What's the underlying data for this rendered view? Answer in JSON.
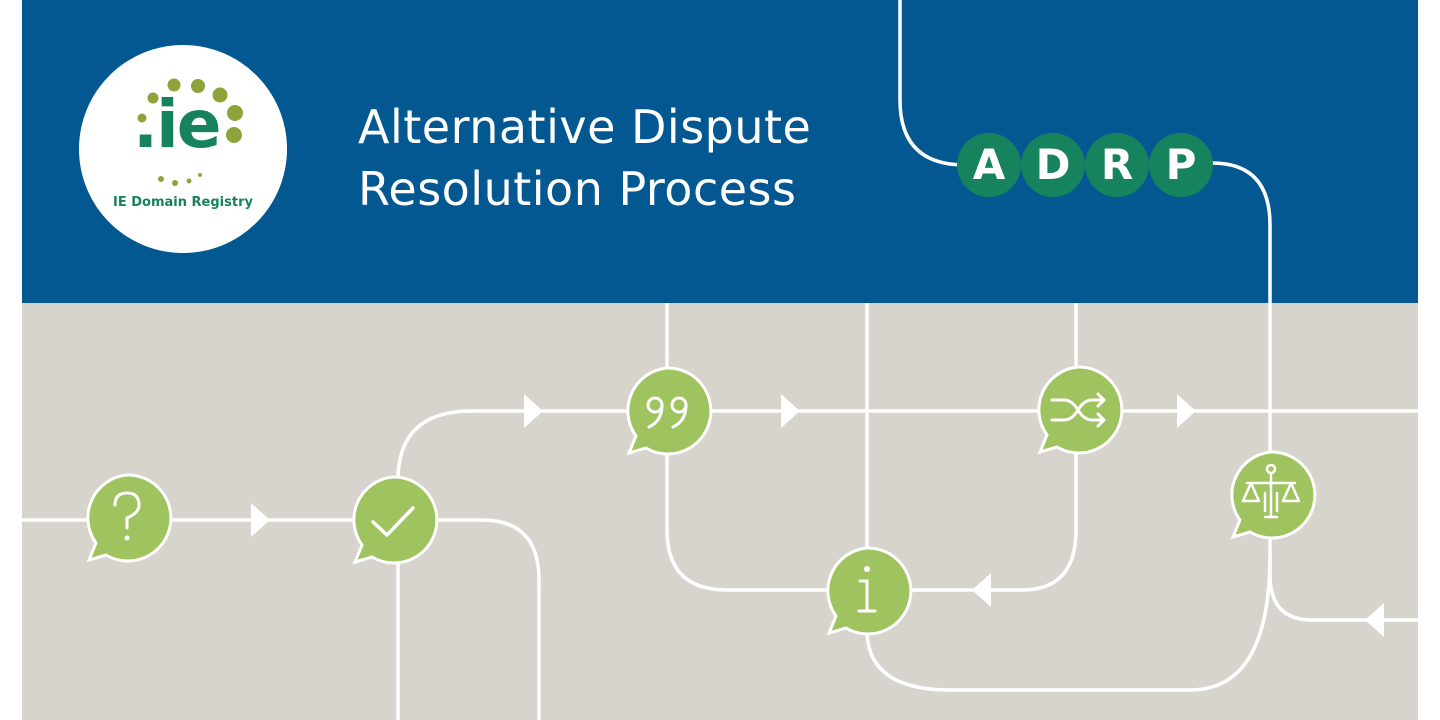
{
  "logo": {
    "mark": ".ie",
    "caption": "IE Domain Registry",
    "icon": "ie-dot-ring-logo"
  },
  "title": {
    "line1": "Alternative Dispute",
    "line2": "Resolution Process"
  },
  "acronym": [
    "A",
    "D",
    "R",
    "P"
  ],
  "icons": [
    "question-bubble-icon",
    "checkmark-bubble-icon",
    "quote-bubble-icon",
    "info-bubble-icon",
    "shuffle-bubble-icon",
    "scales-of-justice-bubble-icon"
  ],
  "colors": {
    "header_blue": "#045892",
    "lower_gray": "#d6d4cd",
    "path_white": "#ffffff",
    "bubble_green": "#9fc35f",
    "letter_green": "#16835e",
    "logo_green": "#16835e",
    "dot_olive": "#8ea43a"
  }
}
